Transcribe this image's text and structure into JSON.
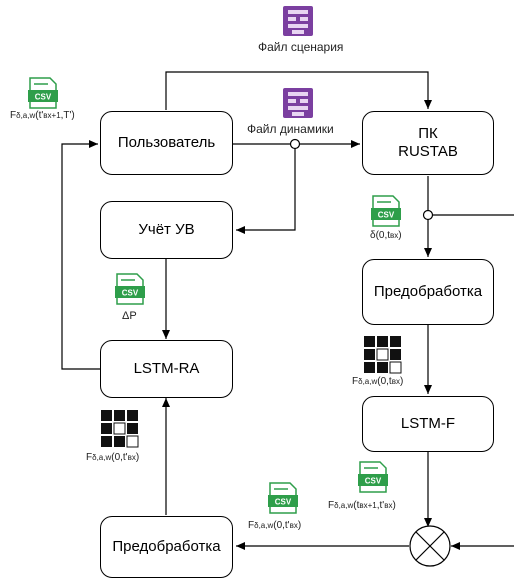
{
  "files": {
    "scenario": "Файл сценария",
    "dynamics": "Файл динамики"
  },
  "nodes": {
    "user": "Пользователь",
    "pk_line1": "ПК",
    "pk_line2": "RUSTAB",
    "uchet": "Учёт УВ",
    "pre_right": "Предобработка",
    "lstm_ra": "LSTM-RA",
    "lstm_f": "LSTM-F",
    "pre_left": "Предобработка"
  },
  "icon_text": {
    "csv": "CSV"
  },
  "labels": {
    "top_left_csv": {
      "base": "F",
      "sub": "δ,a,w",
      "rest": "(t'",
      "sub2": "вх+1",
      "tail": ",T')"
    },
    "delta_csv": {
      "base": "δ(0,t",
      "sub": "вх",
      "tail": ")"
    },
    "dp_csv": {
      "text": "ΔP"
    },
    "cube_right": {
      "base": "F",
      "sub": "δ,a,w",
      "rest": "(0,t",
      "sub2": "вх",
      "tail": ")"
    },
    "cube_left": {
      "base": "F",
      "sub": "δ,a,w",
      "rest": "(0,t'",
      "sub2": "вх",
      "tail": ")"
    },
    "csv_bottom_mid": {
      "base": "F",
      "sub": "δ,a,w",
      "rest": "(0,t'",
      "sub2": "вх",
      "tail": ")"
    },
    "csv_bottom_right": {
      "base": "F",
      "sub": "δ,a,w",
      "rest": "(t",
      "sub2": "вх+1",
      "mid": ",t'",
      "sub3": "вх",
      "tail": ")"
    }
  },
  "colors": {
    "csv_green": "#2e9e4a",
    "file_purple": "#7b3fa0",
    "line": "#000000"
  },
  "icons": [
    "file-scenario-icon",
    "file-dynamics-icon",
    "csv-icon",
    "cube-icon",
    "summing-junction-icon"
  ]
}
